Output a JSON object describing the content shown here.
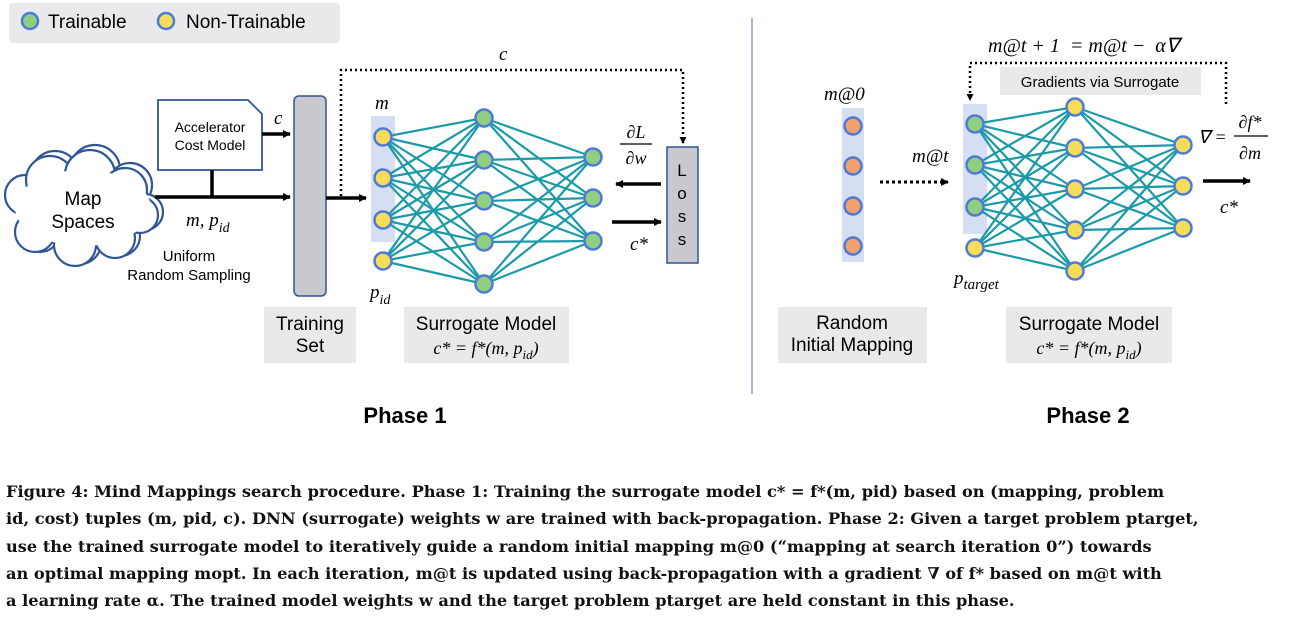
{
  "legend": {
    "trainable": "Trainable",
    "non_trainable": "Non-Trainable"
  },
  "colors": {
    "trainable": "#8fcf7f",
    "non_trainable": "#f5dd5a",
    "mapping_node": "#f2a06e",
    "node_border": "#4f7bd6",
    "edge": "#1b9aa8",
    "column": "#d5def3",
    "gray_box": "#c9c9cd"
  },
  "phase1": {
    "cloud_label_1": "Map",
    "cloud_label_2": "Spaces",
    "cost_model_1": "Accelerator",
    "cost_model_2": "Cost Model",
    "c_label": "c",
    "mp_label": "m, p",
    "mp_sub": "id",
    "sampling_1": "Uniform",
    "sampling_2": "Random Sampling",
    "training_set_1": "Training",
    "training_set_2": "Set",
    "m_label": "m",
    "pid_label": "p",
    "pid_sub": "id",
    "c_top": "c",
    "dl_num": "∂L",
    "dl_den": "∂w",
    "loss_letters": [
      "L",
      "o",
      "s",
      "s"
    ],
    "cstar": "c*",
    "surrogate_title": "Surrogate Model",
    "surrogate_formula": "c* = f*(m, p",
    "surrogate_formula_sub": "id",
    "title": "Phase 1"
  },
  "phase2": {
    "update_rule": "m@t + 1  = m@t −  α∇",
    "gradients_label": "Gradients via Surrogate",
    "m0_label": "m@0",
    "mt_label": "m@t",
    "ptarget": "p",
    "ptarget_sub": "target",
    "nabla_lhs": "∇ =",
    "grad_num": "∂f*",
    "grad_den": "∂m",
    "cstar": "c*",
    "random_1": "Random",
    "random_2": "Initial Mapping",
    "surrogate_title": "Surrogate Model",
    "surrogate_formula": "c* = f*(m, p",
    "surrogate_formula_sub": "id",
    "title": "Phase 2"
  },
  "caption": [
    "Figure 4: Mind Mappings search procedure. Phase 1: Training the surrogate model c* = f*(m, pid) based on (mapping, problem",
    "id, cost) tuples (m, pid, c). DNN (surrogate) weights w are trained with back-propagation. Phase 2: Given a target problem ptarget,",
    "use the trained surrogate model to iteratively guide a random initial mapping m@0 (“mapping at search iteration 0”) towards",
    "an optimal mapping mopt. In each iteration, m@t is updated using back-propagation with a gradient ∇ of f* based on m@t with",
    "a learning rate α. The trained model weights w and the target problem ptarget are held constant in this phase."
  ]
}
